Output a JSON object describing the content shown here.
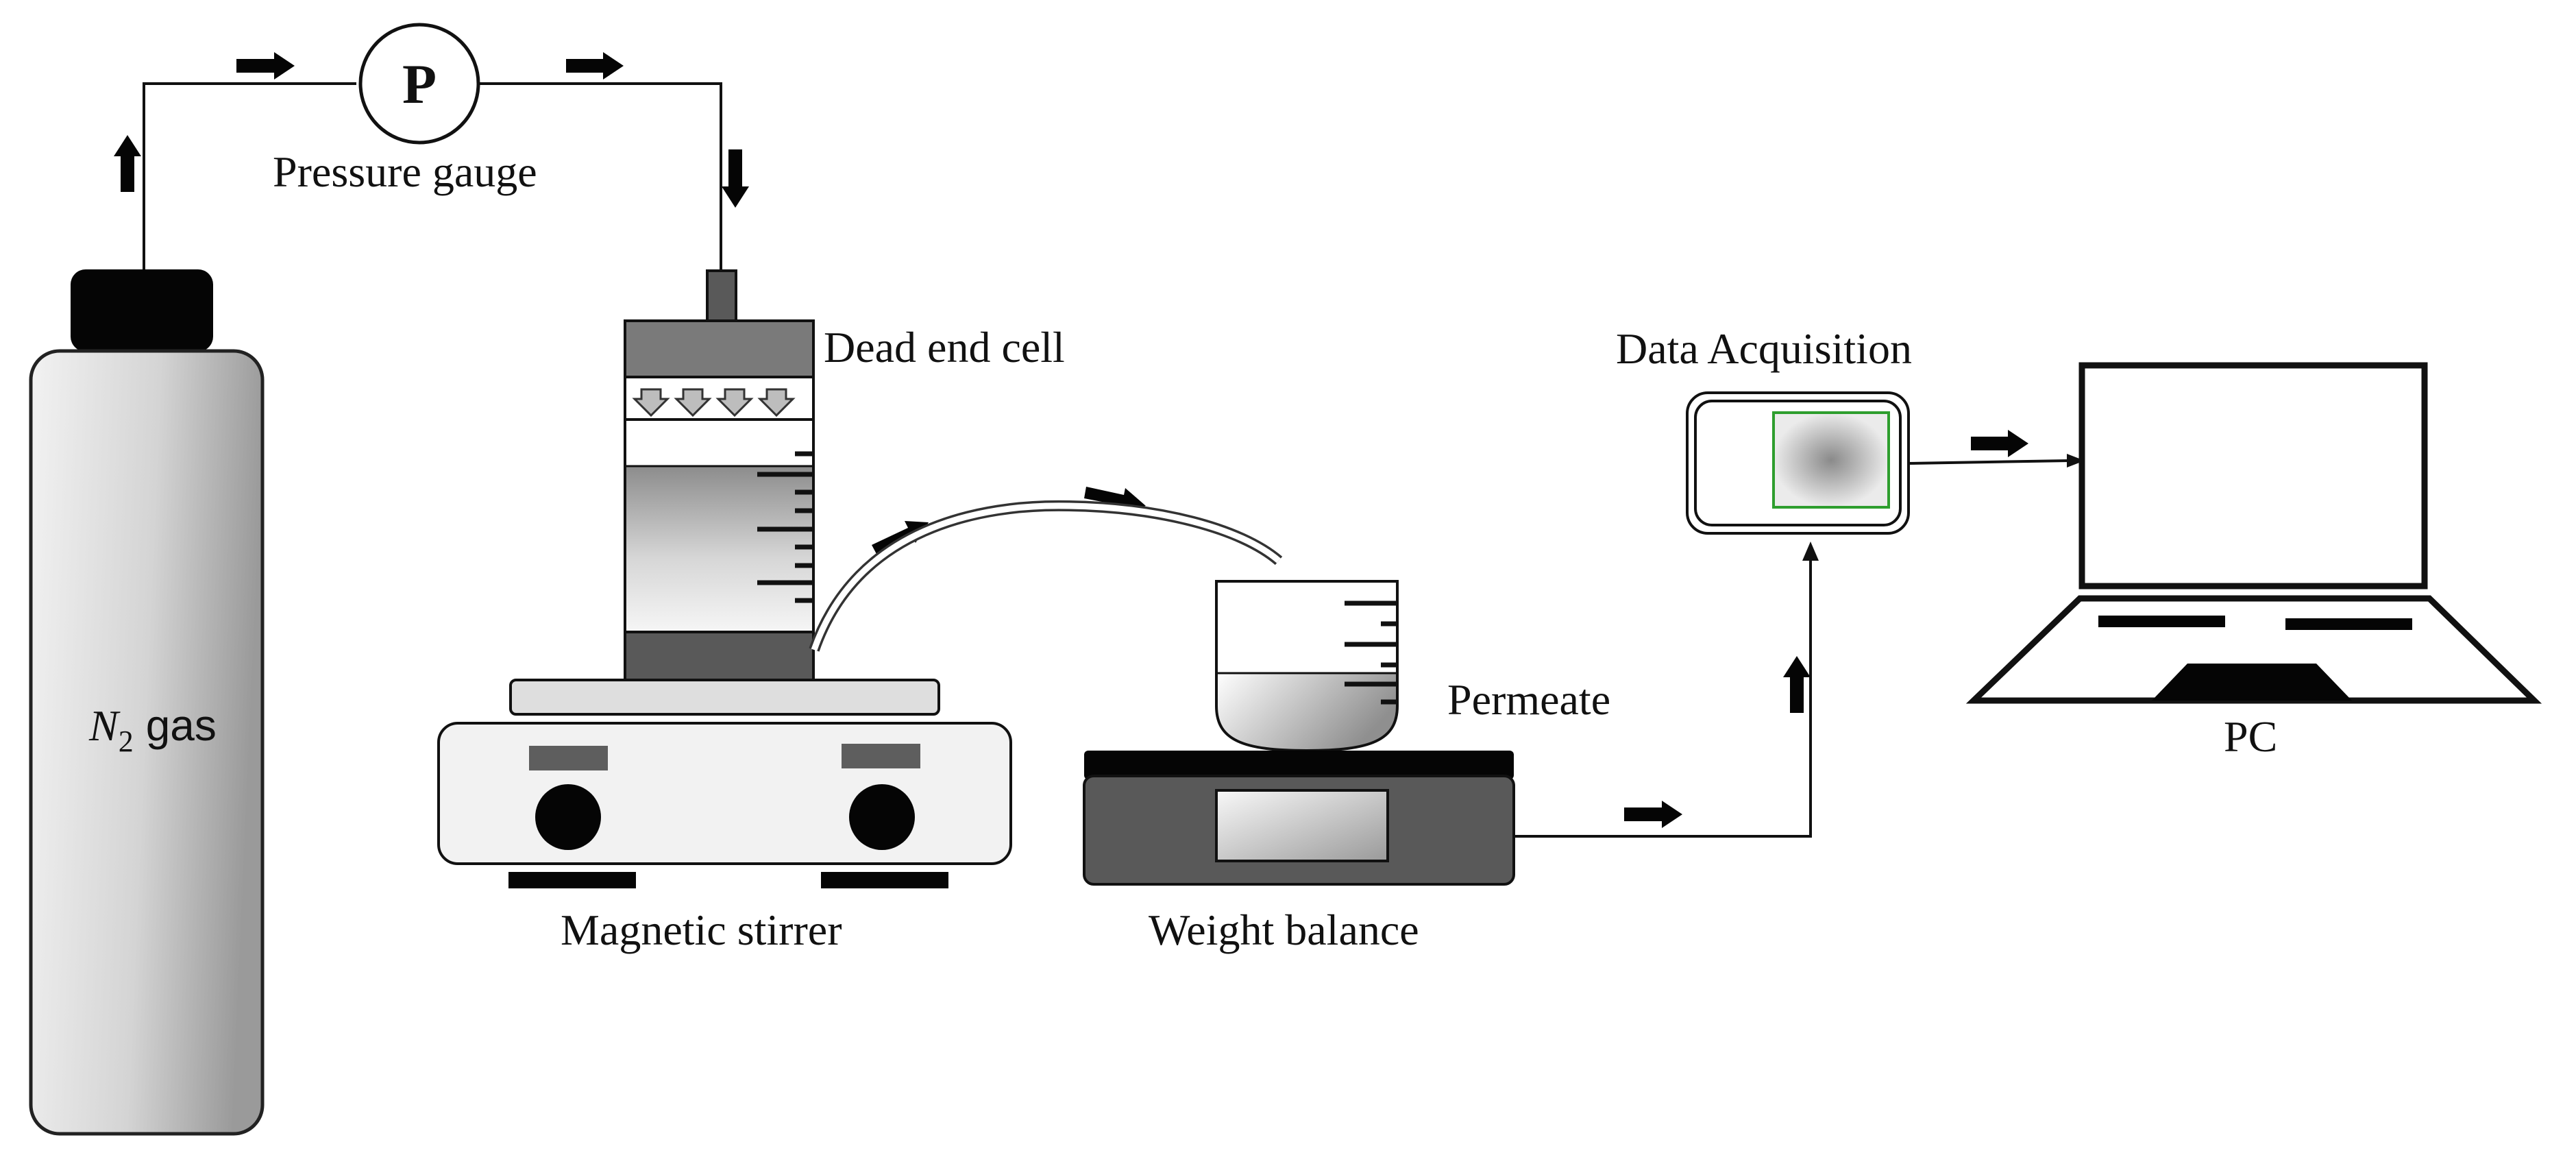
{
  "labels": {
    "gas_symbol": "N",
    "gas_subscript": "2",
    "gas_word": "gas",
    "gauge_letter": "P",
    "pressure_gauge": "Pressure gauge",
    "dead_end_cell": "Dead end cell",
    "magnetic_stirrer": "Magnetic stirrer",
    "weight_balance": "Weight balance",
    "permeate": "Permeate",
    "data_acquisition": "Data Acquisition",
    "pc": "PC"
  },
  "colors": {
    "line": "#111111",
    "dark_gray": "#595959",
    "mid_gray": "#7a7a7a",
    "light_gray": "#dcdcdc",
    "screen_outline": "#2e9e2e"
  }
}
